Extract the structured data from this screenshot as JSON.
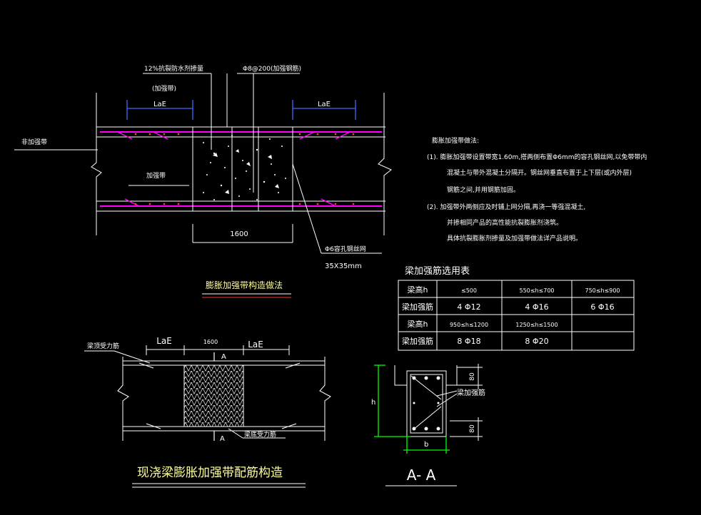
{
  "top_detail": {
    "label_12pct": "12%抗裂防水剂掺量",
    "label_jiaqiangdai": "(加强带)",
    "label_rebar": "Φ8@200(加强钢筋)",
    "loe_left": "LaE",
    "loe_right": "LaE",
    "label_fei": "非加强带",
    "label_jia": "加强带",
    "dim_1600": "1600",
    "mesh_label": "Φ6容孔钢丝网",
    "mesh_size": "35X35mm",
    "title": "膨胀加强带构造做法"
  },
  "notes": {
    "heading": "膨胀加强带做法:",
    "item1_line1": "(1). 膨胀加强带设置带宽1.60m,搭两侧布置Φ6mm的容孔钢丝网,以免带带内",
    "item1_line2": "混凝土与带外混凝土分隔开。钢丝网垂直布置于上下层(或内外层)",
    "item1_line3": "钢筋之间,并用钢筋加固。",
    "item2_line1": "(2). 加强带外两侧应及时铺上网分隔,再浇一等强混凝土,",
    "item2_line2": "并掺相同产品的高性能抗裂膨胀剂浇筑。",
    "item2_line3": "具体抗裂膨胀剂掺量及加强带做法详产品说明。"
  },
  "table": {
    "title": "梁加强筋选用表",
    "rows": [
      [
        "梁高h",
        "≤500",
        "550≤h≤700",
        "750≤h≤900"
      ],
      [
        "梁加强筋",
        "4 Φ12",
        "4 Φ16",
        "6 Φ16"
      ],
      [
        "梁高h",
        "950≤h≤1200",
        "1250≤h≤1500",
        ""
      ],
      [
        "梁加强筋",
        "8 Φ18",
        "8 Φ20",
        ""
      ]
    ]
  },
  "bottom_detail": {
    "label_top": "梁顶受力筋",
    "label_bottom": "梁底受力筋",
    "loe_left": "LaE",
    "loe_right": "LaE",
    "dim_1600": "1600",
    "sec_a_top": "A",
    "sec_a_bottom": "A",
    "title": "现浇梁膨胀加强带配筋构造"
  },
  "section": {
    "h_label": "h",
    "b_label": "b",
    "dim_top": "80",
    "dim_bottom": "80",
    "rebar_label": "梁加强筋",
    "title": "A- A"
  },
  "colors": {
    "line": "#ffffff",
    "magenta": "#ff00ff",
    "blue": "#0000ff",
    "green": "#00ff00",
    "red": "#ff0000",
    "yellow": "#ffff00"
  }
}
